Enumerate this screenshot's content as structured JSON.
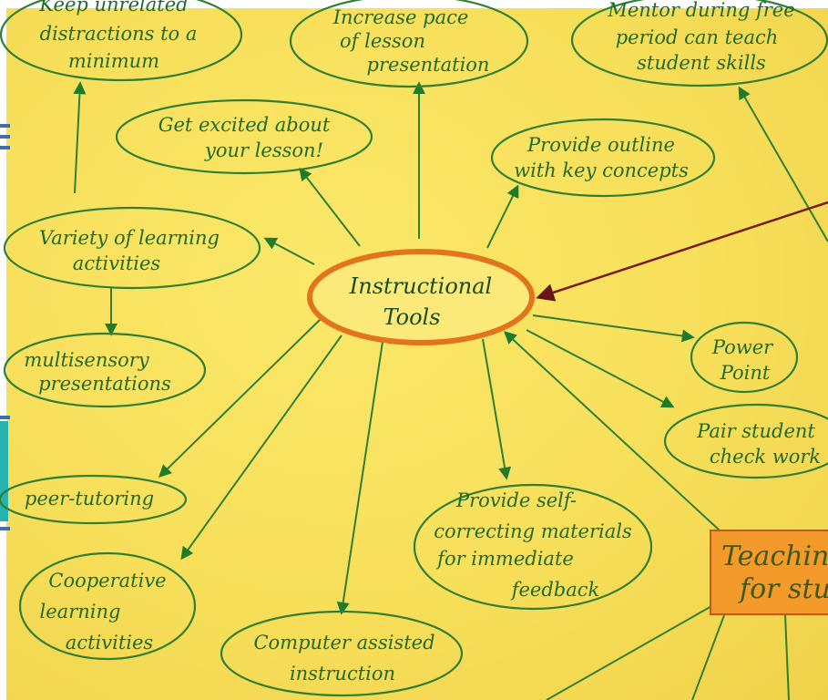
{
  "center": {
    "line1": "Instructional",
    "line2": "Tools"
  },
  "nodes": {
    "distractions": {
      "line1": "Keep unrelated",
      "line2": "distractions to a",
      "line3": "minimum"
    },
    "pace": {
      "line1": "Increase pace",
      "line2": "of lesson",
      "line3": "presentation"
    },
    "mentor": {
      "line1": "Mentor during free",
      "line2": "period can teach",
      "line3": "student skills"
    },
    "excited": {
      "line1": "Get excited about",
      "line2": "your lesson!"
    },
    "outline": {
      "line1": "Provide outline",
      "line2": "with key concepts"
    },
    "variety": {
      "line1": "Variety of learning",
      "line2": "activities"
    },
    "multisensory": {
      "line1": "multisensory",
      "line2": "presentations"
    },
    "powerpoint": {
      "line1": "Power",
      "line2": "Point"
    },
    "pair": {
      "line1": "Pair student",
      "line2": "check work"
    },
    "peer": {
      "line1": "peer-tutoring"
    },
    "selfcorrect": {
      "line1": "Provide self-",
      "line2": "correcting materials",
      "line3": "for immediate",
      "line4": "feedback"
    },
    "cooperative": {
      "line1": "Cooperative",
      "line2": "learning",
      "line3": "activities"
    },
    "computer": {
      "line1": "Computer assisted",
      "line2": "instruction"
    },
    "teaching": {
      "line1": "Teaching",
      "line2": "for stu"
    }
  },
  "colors": {
    "paper": "#f7df5a",
    "ink": "#1f6b2a",
    "center_ring": "#e2741c",
    "teaching_box": "#f39a2a",
    "red_arrow": "#8b1a1a"
  }
}
